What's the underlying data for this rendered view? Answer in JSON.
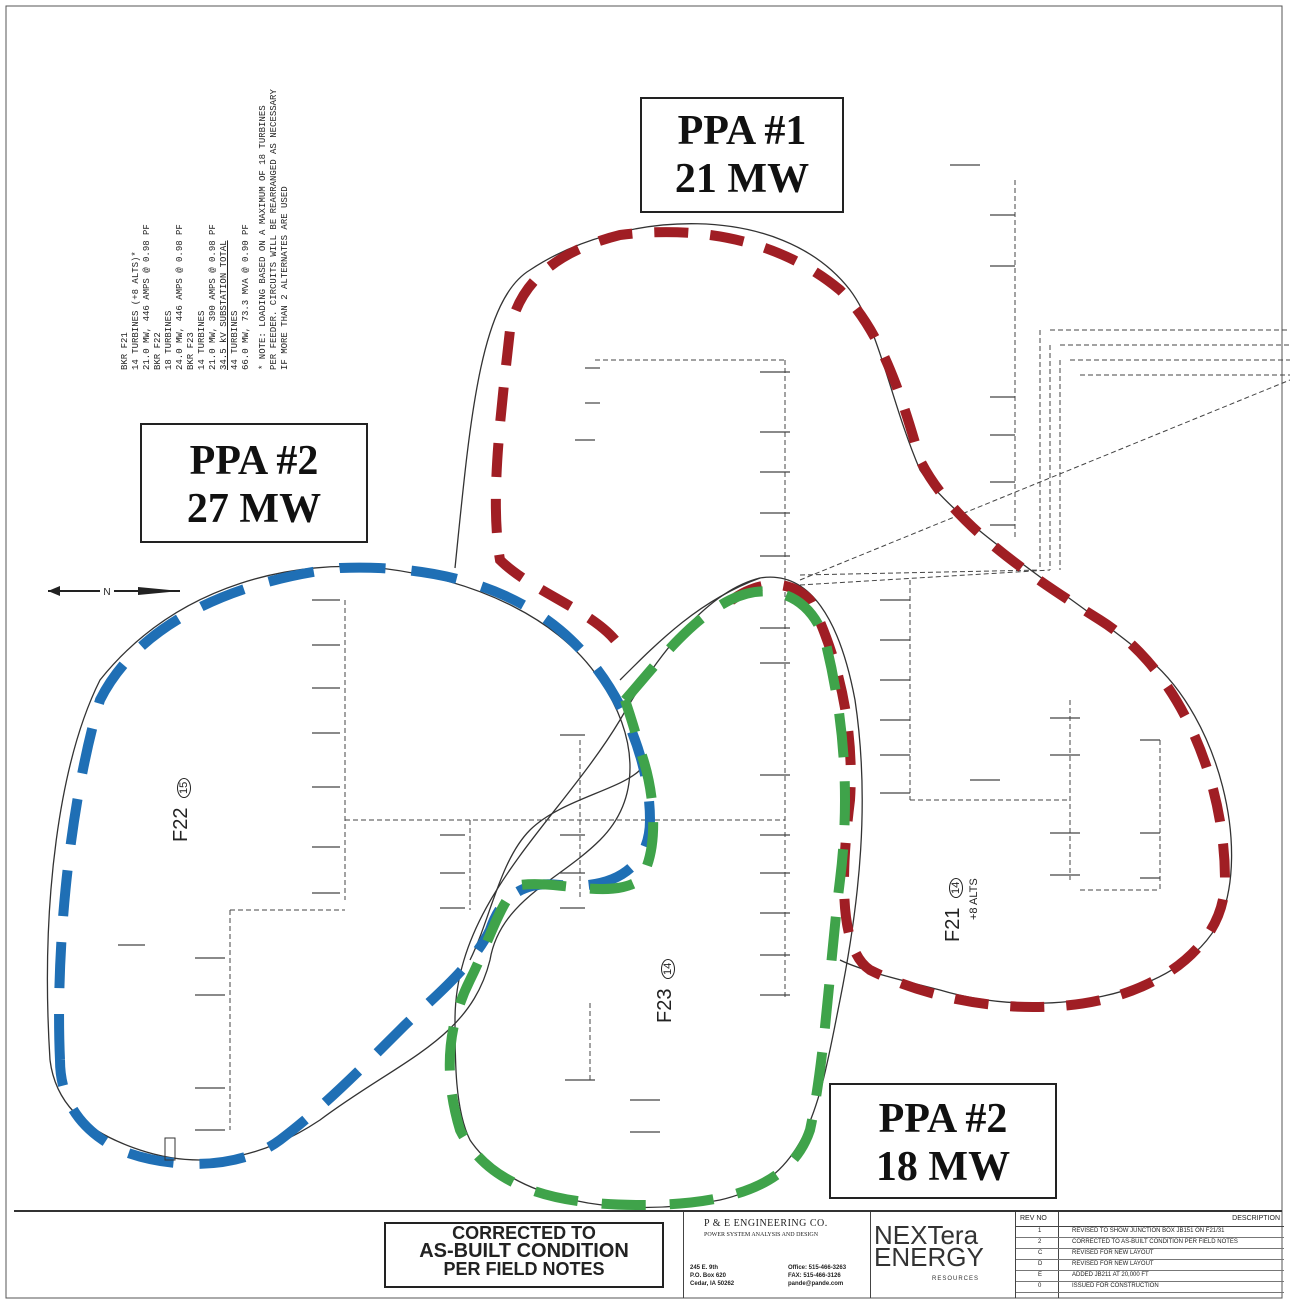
{
  "labels": {
    "ppa1": {
      "line1": "PPA #1",
      "line2": "21 MW"
    },
    "ppa2_west": {
      "line1": "PPA #2",
      "line2": "27 MW"
    },
    "ppa2_south": {
      "line1": "PPA #2",
      "line2": "18 MW"
    }
  },
  "feeders": {
    "f22": "F22",
    "f22_count": "15",
    "f23": "F23",
    "f23_count": "14",
    "f21": "F21",
    "f21_count": "14",
    "f21_alts": "+8 ALTS"
  },
  "notes": [
    "BKR F21",
    "14 TURBINES (+8 ALTS)*",
    "21.0 MW, 446 AMPS @ 0.98 PF",
    "BKR F22",
    "18 TURBINES",
    "24.0 MW, 446 AMPS @ 0.98 PF",
    "BKR F23",
    "14 TURBINES",
    "21.0 MW, 390 AMPS @ 0.98 PF",
    "34.5 kV SUBSTATION TOTAL",
    "44 TURBINES",
    "66.0 MW, 73.3 MVA @ 0.90 PF",
    "* NOTE: LOADING BASED ON A MAXIMUM OF 18 TURBINES",
    "PER FEEDER. CIRCUITS WILL BE REARRANGED AS NECESSARY",
    "IF MORE THAN 2 ALTERNATES ARE USED"
  ],
  "north_label": "N",
  "stamp": [
    "CORRECTED TO",
    "AS-BUILT CONDITION",
    "PER FIELD NOTES"
  ],
  "firm": {
    "name": "P & E ENGINEERING CO.",
    "subtitle": "POWER SYSTEM ANALYSIS AND DESIGN",
    "address": [
      "245 E. 9th",
      "P.O. Box 620",
      "Cedar, IA 50262"
    ],
    "phone": [
      "Office: 515-466-3263",
      "FAX: 515-466-3126",
      "pande@pande.com"
    ]
  },
  "logo": {
    "line1": "NEXTera",
    "line2": "ENERGY",
    "line3": "RESOURCES"
  },
  "revisions": {
    "header_no": "REV NO",
    "header_desc": "DESCRIPTION",
    "rows": [
      {
        "no": "1",
        "desc": "REVISED TO SHOW JUNCTION BOX JB151 ON F21/31"
      },
      {
        "no": "2",
        "desc": "CORRECTED TO AS-BUILT CONDITION PER FIELD NOTES"
      },
      {
        "no": "C",
        "desc": "REVISED FOR NEW LAYOUT"
      },
      {
        "no": "D",
        "desc": "REVISED FOR NEW LAYOUT"
      },
      {
        "no": "E",
        "desc": "ADDED JB211 AT 20,000 FT"
      },
      {
        "no": "0",
        "desc": "ISSUED FOR CONSTRUCTION"
      }
    ]
  },
  "colors": {
    "ppa1_dash": "#a01e24",
    "ppa2_west_dash": "#1f6fb5",
    "ppa2_south_dash": "#3fa34a",
    "linework": "#333333"
  }
}
